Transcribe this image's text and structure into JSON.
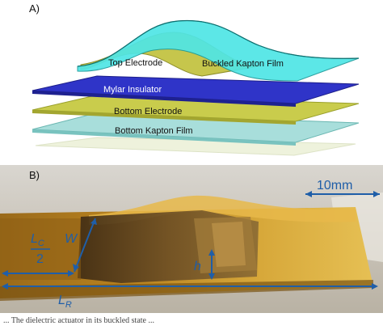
{
  "panel_a": {
    "label": "A)",
    "layers": {
      "buckled_kapton": "Buckled Kapton Film",
      "top_electrode": "Top Electrode",
      "mylar": "Mylar Insulator",
      "bottom_electrode": "Bottom Electrode",
      "bottom_kapton": "Bottom Kapton Film"
    }
  },
  "panel_b": {
    "label": "B)",
    "scale_bar": "10mm",
    "dims": {
      "w": "W",
      "h": "h",
      "lc_num_base": "L",
      "lc_num_sub": "C",
      "lc_den": "2",
      "lr_base": "L",
      "lr_sub": "R"
    }
  },
  "caption": "... The dielectric actuator in its buckled state ..."
}
